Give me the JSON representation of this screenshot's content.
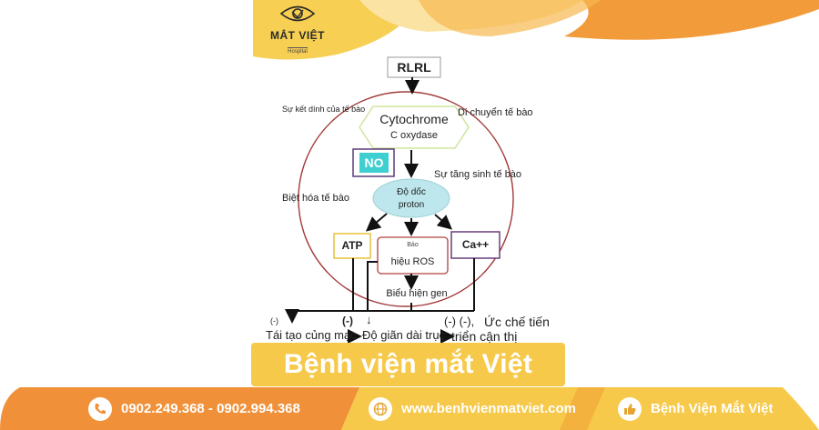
{
  "logo": {
    "brand": "MẮT VIỆT",
    "sub": "Hospital"
  },
  "diagram": {
    "rlrl": "RLRL",
    "cytochrome_line1": "Cytochrome",
    "cytochrome_line2": "C oxydase",
    "no": "NO",
    "proton_line1": "Độ dốc",
    "proton_line2": "proton",
    "atp": "ATP",
    "ros_line1": "Bảo",
    "ros_line2": "hiệu ROS",
    "ca": "Ca++",
    "gene": "Biểu hiện gen",
    "label_adhesion": "Sự kết dính của tế bào",
    "label_migration": "Di chuyển tế bào",
    "label_proliferation": "Sự tăng sinh tế bào",
    "label_differentiation": "Biệt hóa tế bào",
    "minus_left": "(-)",
    "remodeling": "Tái tạo củng mạc",
    "minus_center": "(-)",
    "down_arrow": "↓",
    "axial": "Độ giãn dài trục",
    "minus_right": "(-) (-),",
    "inhibit_line1": "Ức chế tiến",
    "inhibit_line2": "triển cận thị"
  },
  "banner": {
    "title": "Bệnh viện mắt Việt"
  },
  "footer": {
    "phone": "0902.249.368 - 0902.994.368",
    "website": "www.benhvienmatviet.com",
    "facebook": "Bệnh Viện Mắt Việt"
  },
  "icons": {
    "phone": "phone-icon",
    "web": "globe-icon",
    "facebook": "like-icon",
    "logo": "eye-logo-icon"
  },
  "colors": {
    "accent_yellow": "#f6c94a",
    "accent_orange": "#f29b3a",
    "circle": "#a33a3a",
    "no_box": "#40cfd0",
    "proton_ellipse": "#bde7ec",
    "atp_border": "#e6c23a",
    "ros_border": "#b04040",
    "ca_border": "#6a3d7a"
  }
}
